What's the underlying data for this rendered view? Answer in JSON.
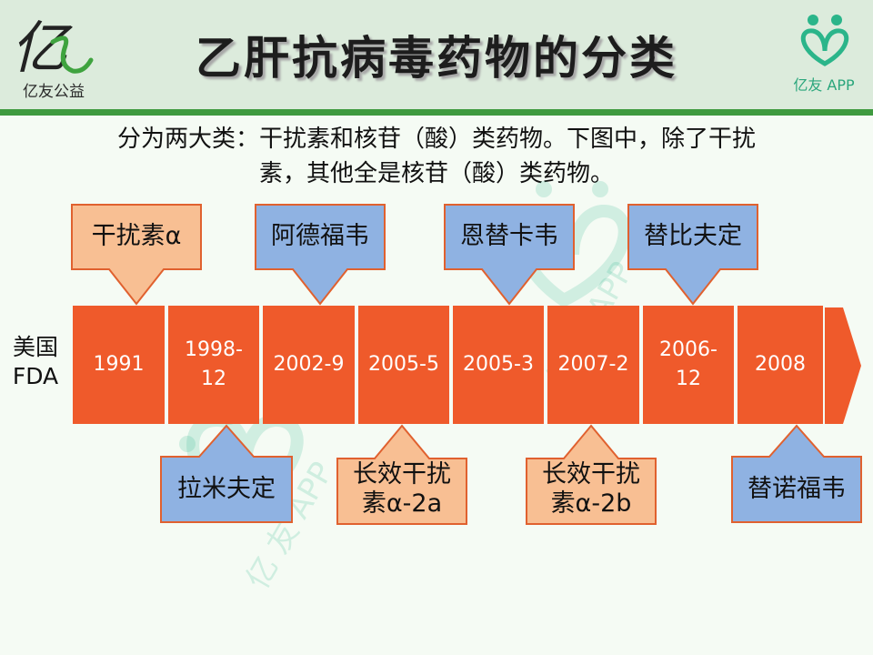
{
  "header": {
    "logo_left_glyph": "亿",
    "logo_left_text": "亿友公益",
    "logo_right_text": "亿友 APP",
    "title": "乙肝抗病毒药物的分类"
  },
  "subtitle": {
    "line1": "分为两大类：干扰素和核苷（酸）类药物。下图中，除了干扰",
    "line2": "素，其他全是核苷（酸）类药物。"
  },
  "timeline": {
    "label_line1": "美国",
    "label_line2": "FDA",
    "years": [
      "1991",
      "1998-\n12",
      "2002-9",
      "2005-5",
      "2005-3",
      "2007-2",
      "2006-\n12",
      "2008"
    ]
  },
  "callouts_top": [
    {
      "text": "干扰素α",
      "type": "interferon"
    },
    {
      "text": "阿德福韦",
      "type": "nucleoside"
    },
    {
      "text": "恩替卡韦",
      "type": "nucleoside"
    },
    {
      "text": "替比夫定",
      "type": "nucleoside"
    }
  ],
  "callouts_bottom": [
    {
      "text": "拉米夫定",
      "type": "nucleoside"
    },
    {
      "line1": "长效干扰",
      "line2": "素α-2a",
      "type": "interferon"
    },
    {
      "line1": "长效干扰",
      "line2": "素α-2b",
      "type": "interferon"
    },
    {
      "text": "替诺福韦",
      "type": "nucleoside"
    }
  ],
  "watermark_text": "亿 友 APP",
  "colors": {
    "year_block": "#ef5a2b",
    "interferon_fill": "#f8bf93",
    "nucleoside_fill": "#8fb2e2",
    "header_line": "#3f9a3f"
  }
}
